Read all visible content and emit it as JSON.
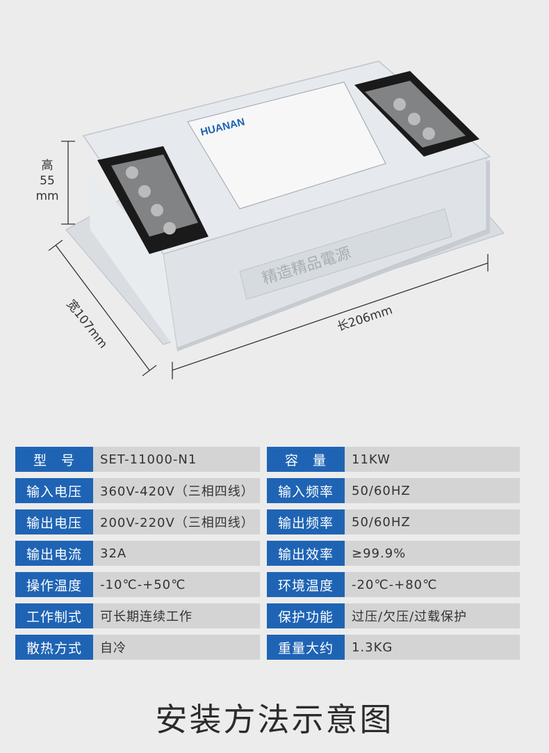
{
  "product_image": {
    "brand": "HUANAN",
    "front_text": "精造精品電源",
    "dim_height": "高\n55\nmm",
    "dim_width": "宽107mm",
    "dim_length": "长206mm"
  },
  "specs": [
    {
      "label_left": "型　号",
      "value_left": "SET-11000-N1",
      "label_right": "容　量",
      "value_right": "11KW"
    },
    {
      "label_left": "输入电压",
      "value_left": "360V-420V（三相四线）",
      "label_right": "输入频率",
      "value_right": "50/60HZ"
    },
    {
      "label_left": "输出电压",
      "value_left": "200V-220V（三相四线）",
      "label_right": "输出频率",
      "value_right": "50/60HZ"
    },
    {
      "label_left": "输出电流",
      "value_left": "32A",
      "label_right": "输出效率",
      "value_right": "≥99.9%"
    },
    {
      "label_left": "操作温度",
      "value_left": "-10℃-+50℃",
      "label_right": "环境温度",
      "value_right": "-20℃-+80℃"
    },
    {
      "label_left": "工作制式",
      "value_left": "可长期连续工作",
      "label_right": "保护功能",
      "value_right": "过压/欠压/过载保护"
    },
    {
      "label_left": "散热方式",
      "value_left": "自冷",
      "label_right": "重量大约",
      "value_right": "1.3KG"
    }
  ],
  "footer": {
    "title": "安装方法示意图"
  },
  "colors": {
    "label_bg": "#1f64b4",
    "value_bg": "#d4d4d4",
    "page_bg": "#ececec"
  }
}
